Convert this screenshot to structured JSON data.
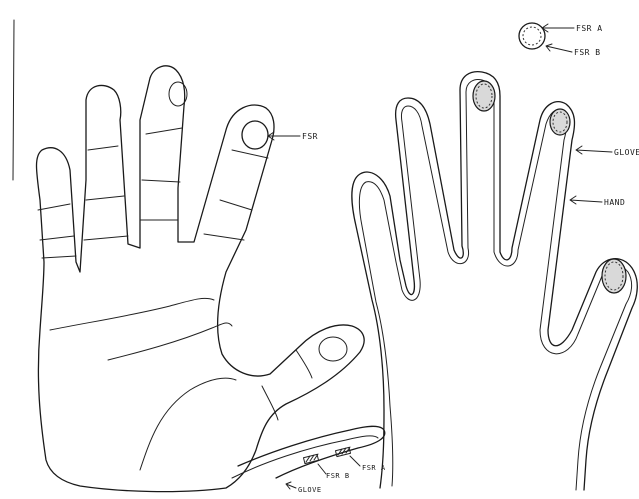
{
  "labels": {
    "fsr_a": "FSR A",
    "fsr_b": "FSR B",
    "fsr": "FSR",
    "glove": "GLOVE",
    "hand": "HAND",
    "fsr_b_small": "FSR B",
    "fsr_a_small": "FSR A",
    "glove_small": "GLOVE"
  }
}
